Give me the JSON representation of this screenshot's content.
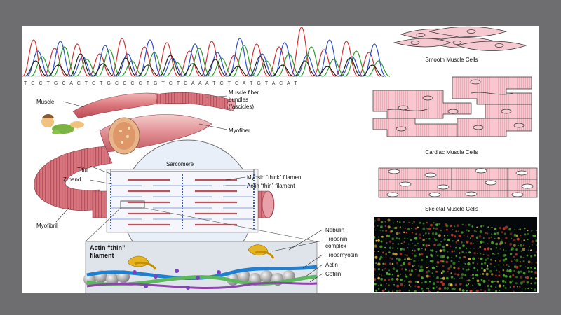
{
  "chromatogram": {
    "sequence": "T C C T G C A C T C T G C C C C T G T C T C A A A T C T C A T G T A C A T",
    "colors": {
      "A": "#2a9d2a",
      "C": "#2b4fcf",
      "G": "#222222",
      "T": "#d03030"
    }
  },
  "anatomy_labels": {
    "muscle": "Muscle",
    "fiber_bundles_line1": "Muscle fiber",
    "fiber_bundles_line2": "bundles",
    "fiber_bundles_line3": "(fascicles)",
    "myofiber": "Myofiber",
    "sarcomere": "Sarcomere",
    "titin": "Titin",
    "z_band": "Z-band",
    "myosin": "Myosin “thick” filament",
    "actin_thin": "Actin “thin” filament",
    "myofibril": "Myofibril"
  },
  "inset": {
    "title_line1": "Actin “thin”",
    "title_line2": "filament",
    "labels": [
      "Nebulin",
      "Troponin",
      "complex",
      "Tropomyosin",
      "Actin",
      "Cofilin"
    ]
  },
  "cell_panels": {
    "smooth_caption": "Smooth Muscle Cells",
    "cardiac_caption": "Cardiac Muscle Cells",
    "skeletal_caption": "Skeletal Muscle Cells"
  },
  "palette": {
    "cell_fill": "#f6c9d1",
    "cell_stroke": "#333333",
    "muscle_red": "#d9747a",
    "fluor_green": "#4caf2a",
    "fluor_red": "#c0392b"
  }
}
